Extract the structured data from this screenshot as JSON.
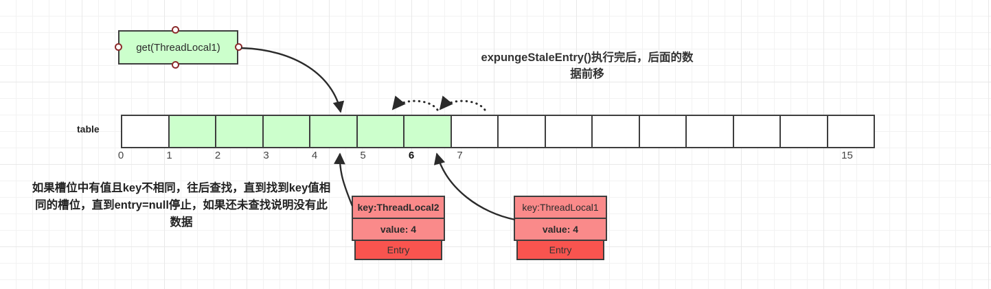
{
  "diagram": {
    "title": "expungeStaleEntry()执行完后，后面的数据前移",
    "note": "如果槽位中有值且key不相同，往后查找，直到找到key值相同的槽位，直到entry=null停止，如果还未查找说明没有此数据",
    "colors": {
      "slot_filled": "#ccffcc",
      "slot_empty": "#ffffff",
      "entry_field": "#fa8a8a",
      "entry_footer": "#f9544f",
      "stroke": "#3d3d3d",
      "handle_ring": "#8c2b2b"
    }
  },
  "get_node": {
    "label": "get(ThreadLocal1)"
  },
  "table": {
    "label": "table",
    "slot_count": 16,
    "indices": [
      "0",
      "1",
      "2",
      "3",
      "4",
      "5",
      "6",
      "7",
      "",
      "",
      "",
      "",
      "",
      "",
      "",
      "15"
    ],
    "bold_indices": [
      "6"
    ],
    "filled": [
      false,
      true,
      true,
      true,
      true,
      true,
      true,
      false,
      false,
      false,
      false,
      false,
      false,
      false,
      false,
      false
    ]
  },
  "entries": [
    {
      "key": "key:ThreadLocal2",
      "key_bold": true,
      "value": "value: 4",
      "value_bold": true,
      "footer": "Entry"
    },
    {
      "key": "key:ThreadLocal1",
      "key_bold": false,
      "value": "value: 4",
      "value_bold": true,
      "footer": "Entry"
    }
  ]
}
